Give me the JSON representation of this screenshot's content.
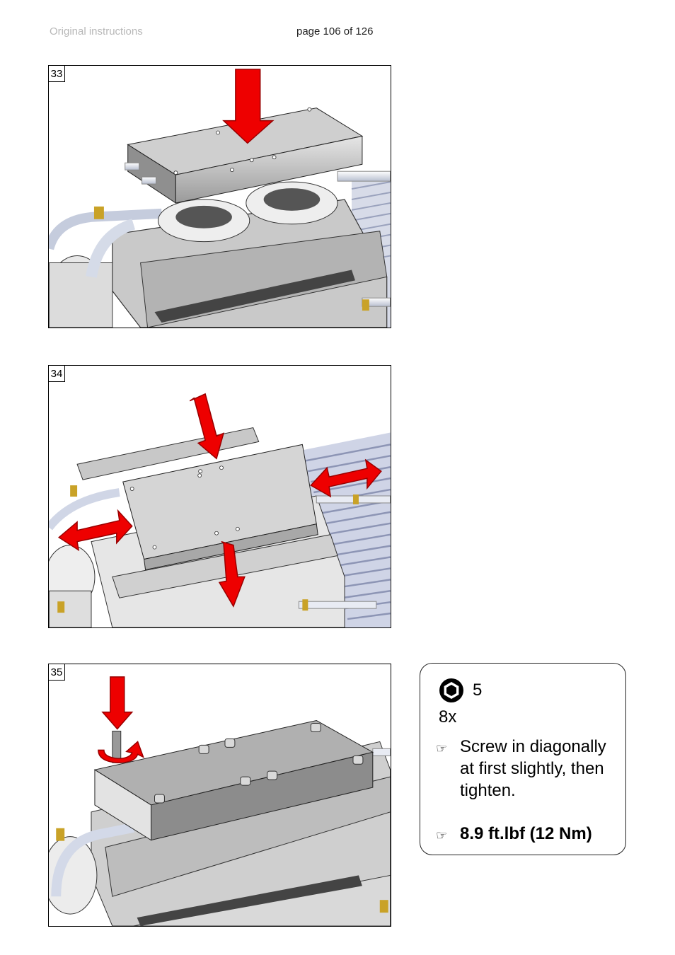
{
  "header": {
    "left_text": "Original instructions",
    "page_text": "page 106 of 126"
  },
  "figures": [
    {
      "number": "33"
    },
    {
      "number": "34"
    },
    {
      "number": "35"
    }
  ],
  "instructions": {
    "hex_key_icon": "hex-socket-wrench-icon",
    "hex_key_size": "5",
    "quantity": "8x",
    "step_icon": "pointing-hand-icon",
    "step_glyph": "☞",
    "step_text": "Screw in diagonally at first slightly, then tighten.",
    "torque_text": "8.9 ft.lbf (12 Nm)"
  }
}
